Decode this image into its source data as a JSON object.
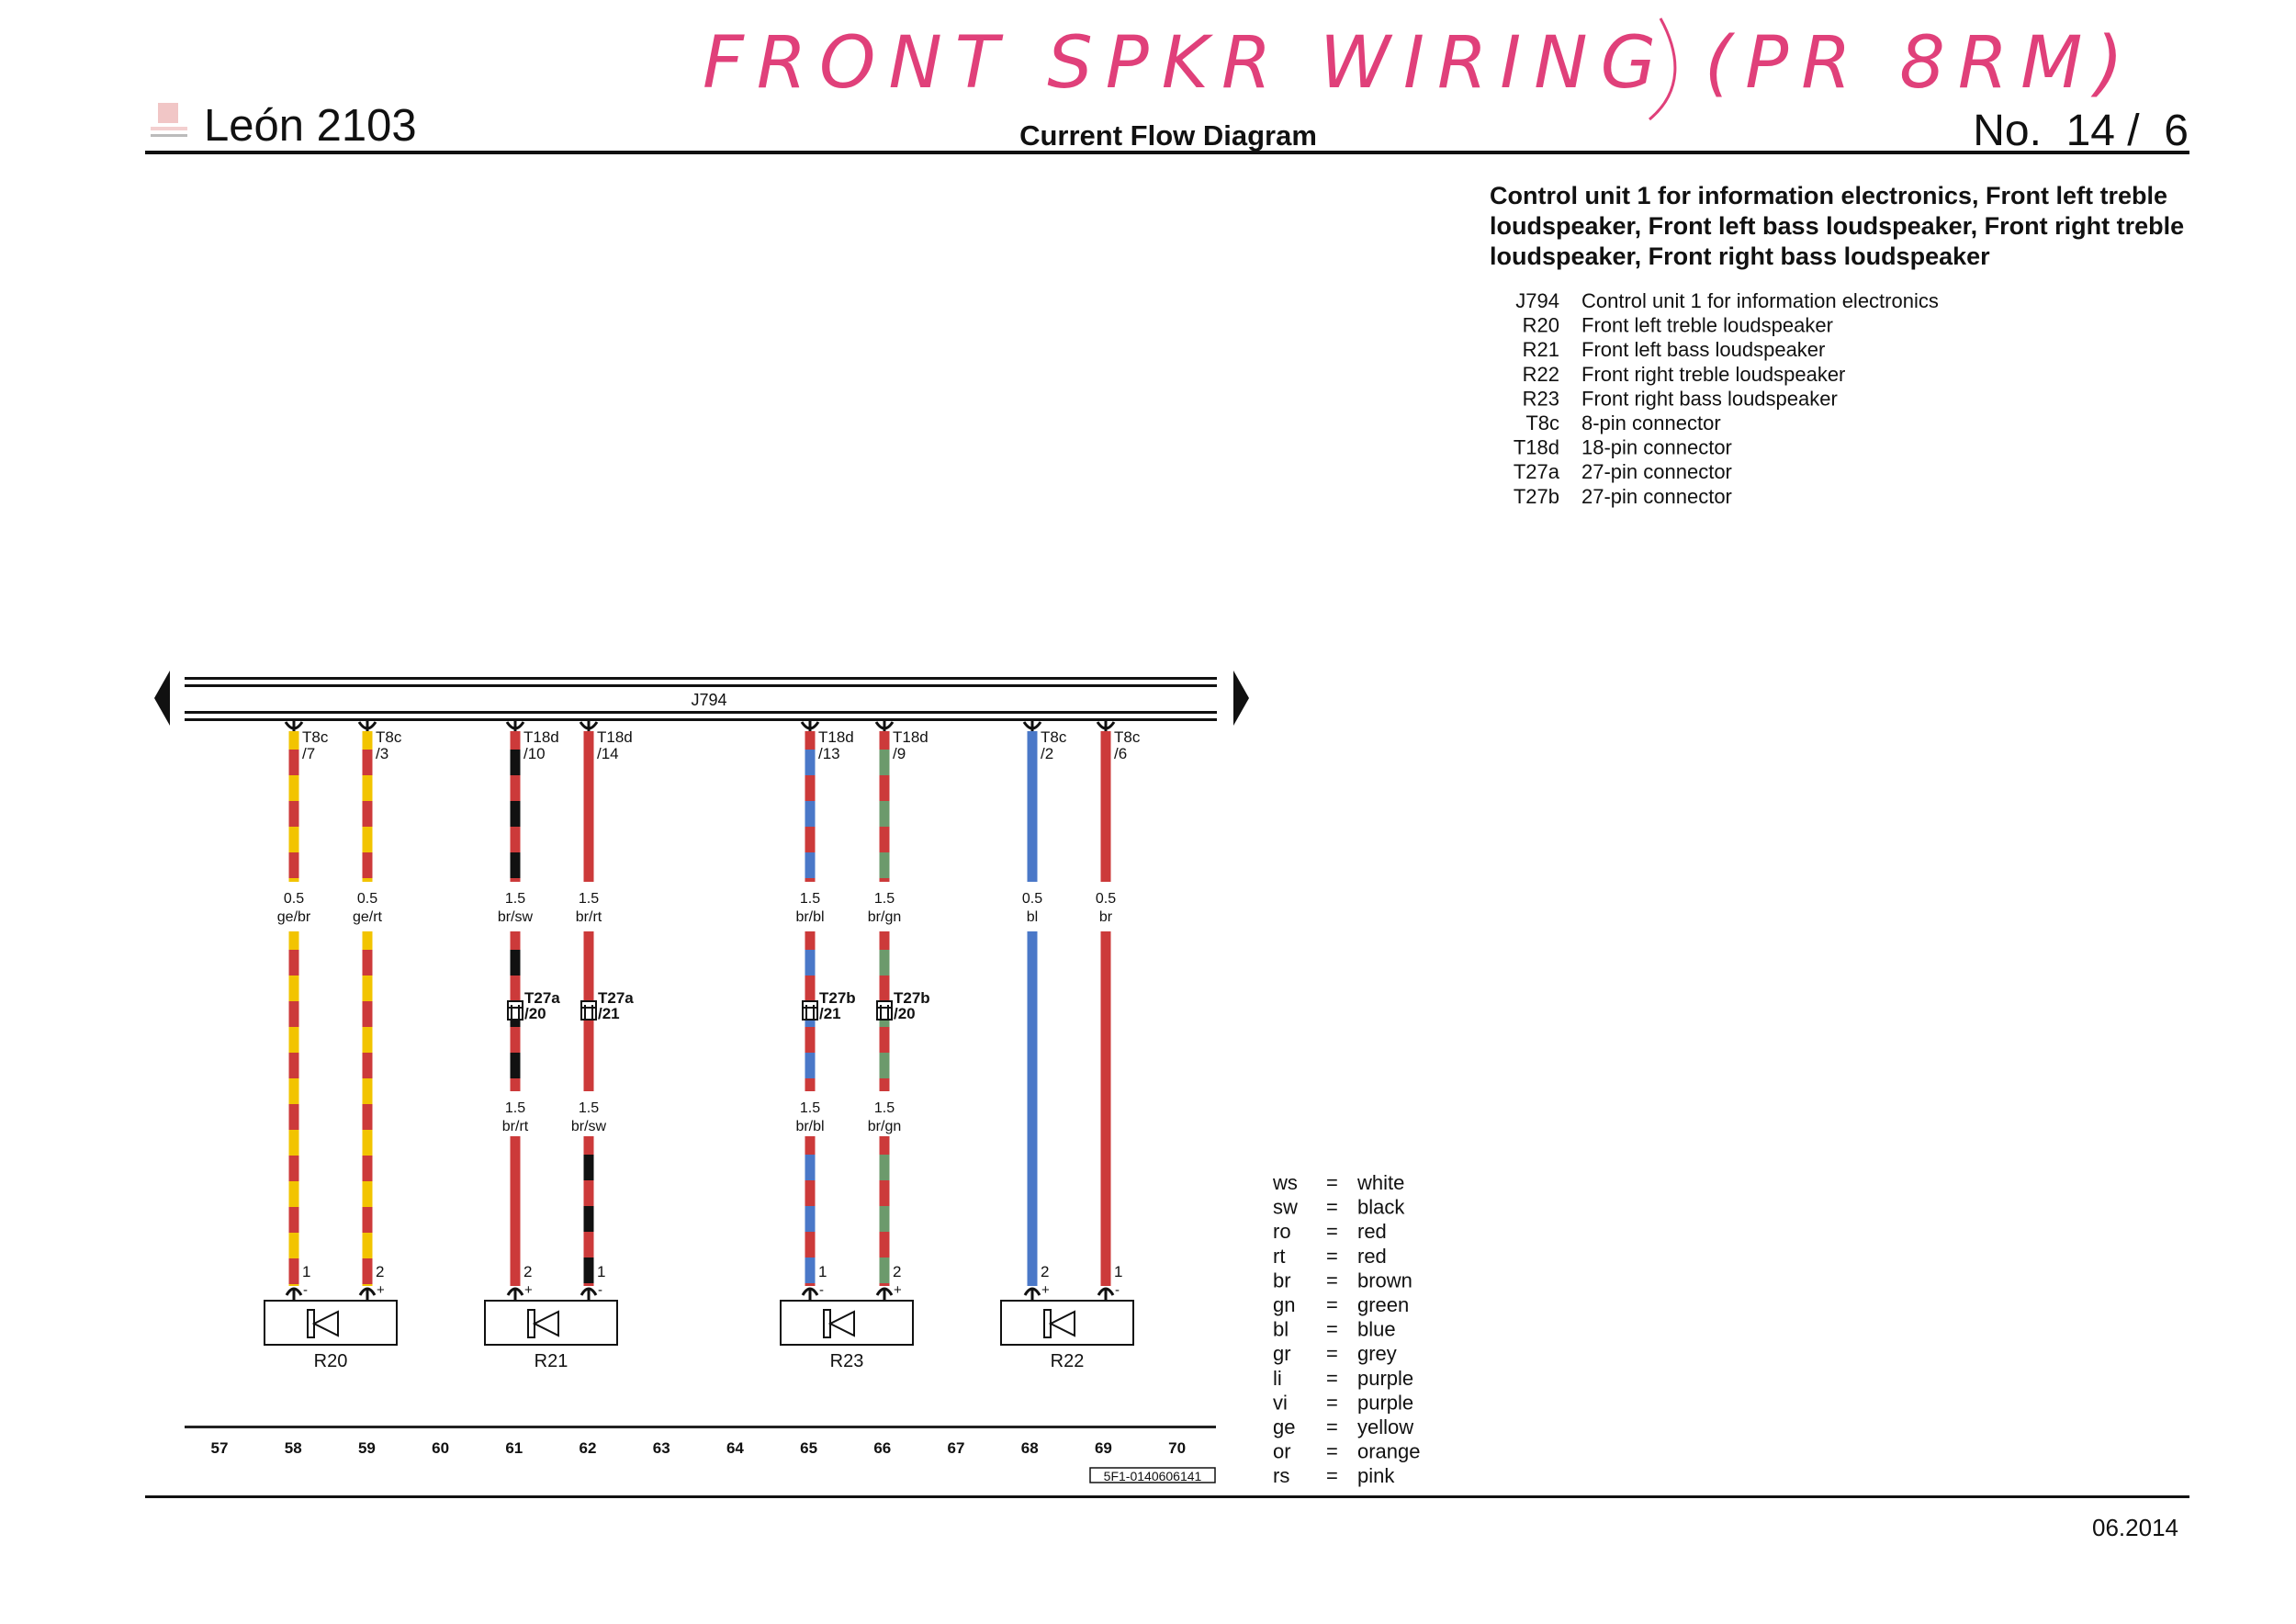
{
  "annotation": {
    "handwritten_note": "FRONT SPKR WIRING (PR 8RM)",
    "color": "#e0407a"
  },
  "header": {
    "model": "León 2103",
    "doc_type": "Current Flow Diagram",
    "number": "No.  14 /  6"
  },
  "title": {
    "lines": [
      "Control unit 1 for information electronics, Front left treble",
      "loudspeaker, Front left bass loudspeaker, Front right treble",
      "loudspeaker, Front right bass loudspeaker"
    ]
  },
  "components": [
    {
      "code": "J794",
      "desc": "Control unit 1 for information electronics"
    },
    {
      "code": "R20",
      "desc": "Front left treble loudspeaker"
    },
    {
      "code": "R21",
      "desc": "Front left bass loudspeaker"
    },
    {
      "code": "R22",
      "desc": "Front right treble loudspeaker"
    },
    {
      "code": "R23",
      "desc": "Front right bass loudspeaker"
    },
    {
      "code": "T8c",
      "desc": "8-pin connector"
    },
    {
      "code": "T18d",
      "desc": "18-pin connector"
    },
    {
      "code": "T27a",
      "desc": "27-pin connector"
    },
    {
      "code": "T27b",
      "desc": "27-pin connector"
    }
  ],
  "control_unit_label": "J794",
  "colors": {
    "ge": "#f2c400",
    "br": "#cc3a3a",
    "rt": "#cc3a3a",
    "sw": "#111111",
    "bl": "#4a78c8",
    "gn": "#6c9a6c"
  },
  "wires": [
    {
      "conn": "T8c",
      "pin": "/7",
      "size": "0.5",
      "color": "ge/br",
      "spk_pin": "1",
      "pol": "-"
    },
    {
      "conn": "T8c",
      "pin": "/3",
      "size": "0.5",
      "color": "ge/rt",
      "spk_pin": "2",
      "pol": "+"
    },
    {
      "conn": "T18d",
      "pin": "/10",
      "size": "1.5",
      "color": "br/sw",
      "spk_pin": "2",
      "pol": "+",
      "mid": {
        "conn": "T27a",
        "pin": "/20",
        "size": "1.5",
        "color": "br/rt"
      }
    },
    {
      "conn": "T18d",
      "pin": "/14",
      "size": "1.5",
      "color": "br/rt",
      "spk_pin": "1",
      "pol": "-",
      "mid": {
        "conn": "T27a",
        "pin": "/21",
        "size": "1.5",
        "color": "br/sw"
      }
    },
    {
      "conn": "T18d",
      "pin": "/13",
      "size": "1.5",
      "color": "br/bl",
      "spk_pin": "1",
      "pol": "-",
      "mid": {
        "conn": "T27b",
        "pin": "/21",
        "size": "1.5",
        "color": "br/bl"
      }
    },
    {
      "conn": "T18d",
      "pin": "/9",
      "size": "1.5",
      "color": "br/gn",
      "spk_pin": "2",
      "pol": "+",
      "mid": {
        "conn": "T27b",
        "pin": "/20",
        "size": "1.5",
        "color": "br/gn"
      }
    },
    {
      "conn": "T8c",
      "pin": "/2",
      "size": "0.5",
      "color": "bl",
      "spk_pin": "2",
      "pol": "+"
    },
    {
      "conn": "T8c",
      "pin": "/6",
      "size": "0.5",
      "color": "br",
      "spk_pin": "1",
      "pol": "-"
    }
  ],
  "speakers": [
    "R20",
    "R21",
    "R23",
    "R22"
  ],
  "track_numbers": [
    "57",
    "58",
    "59",
    "60",
    "61",
    "62",
    "63",
    "64",
    "65",
    "66",
    "67",
    "68",
    "69",
    "70"
  ],
  "drawing_code": "5F1-0140606141",
  "color_legend": [
    {
      "code": "ws",
      "name": "white"
    },
    {
      "code": "sw",
      "name": "black"
    },
    {
      "code": "ro",
      "name": "red"
    },
    {
      "code": "rt",
      "name": "red"
    },
    {
      "code": "br",
      "name": "brown"
    },
    {
      "code": "gn",
      "name": "green"
    },
    {
      "code": "bl",
      "name": "blue"
    },
    {
      "code": "gr",
      "name": "grey"
    },
    {
      "code": "li",
      "name": "purple"
    },
    {
      "code": "vi",
      "name": "purple"
    },
    {
      "code": "ge",
      "name": "yellow"
    },
    {
      "code": "or",
      "name": "orange"
    },
    {
      "code": "rs",
      "name": "pink"
    }
  ],
  "legend_eq": "=",
  "footer": {
    "date": "06.2014"
  }
}
